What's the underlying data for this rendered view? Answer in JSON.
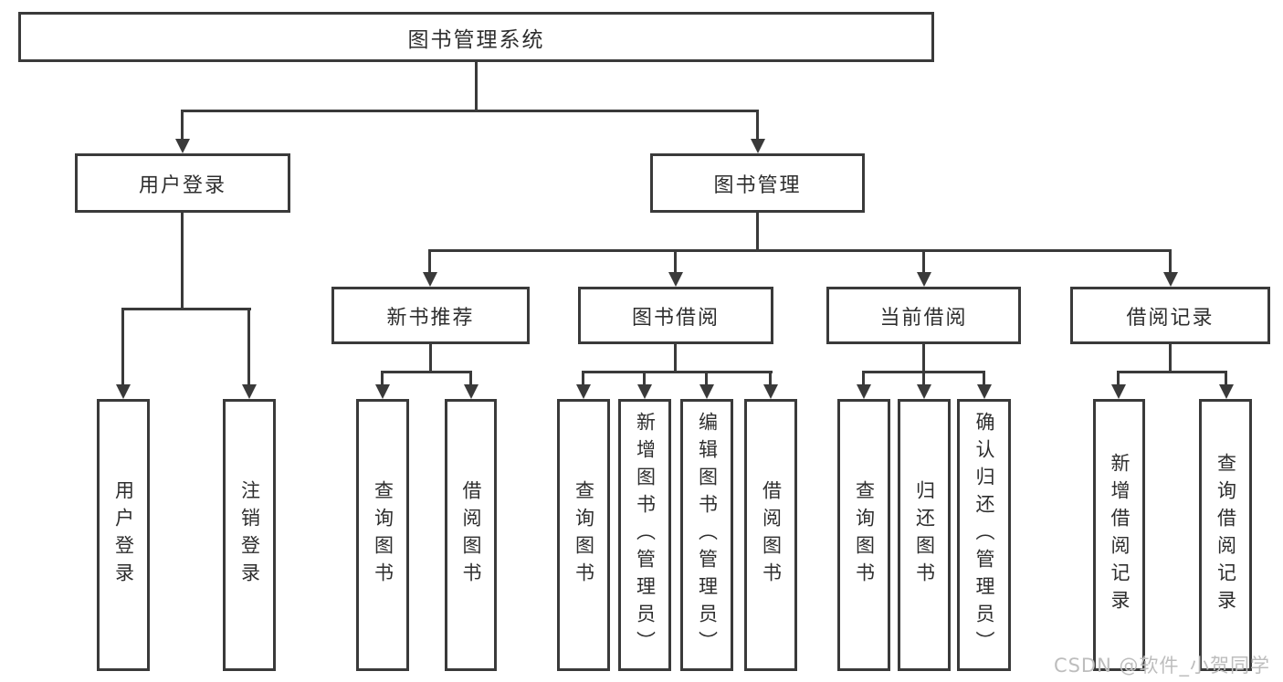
{
  "root": {
    "label": "图书管理系统"
  },
  "level2": [
    {
      "label": "用户登录"
    },
    {
      "label": "图书管理"
    }
  ],
  "level3": [
    {
      "label": "新书推荐"
    },
    {
      "label": "图书借阅"
    },
    {
      "label": "当前借阅"
    },
    {
      "label": "借阅记录"
    }
  ],
  "leaves": {
    "login": [
      {
        "label": "用户登录"
      },
      {
        "label": "注销登录"
      }
    ],
    "newbook": [
      {
        "label": "查询图书"
      },
      {
        "label": "借阅图书"
      }
    ],
    "borrow": [
      {
        "label": "查询图书"
      },
      {
        "label": "新增图书（管理员）"
      },
      {
        "label": "编辑图书（管理员）"
      },
      {
        "label": "借阅图书"
      }
    ],
    "current": [
      {
        "label": "查询图书"
      },
      {
        "label": "归还图书"
      },
      {
        "label": "确认归还（管理员）"
      }
    ],
    "records": [
      {
        "label": "新增借阅记录"
      },
      {
        "label": "查询借阅记录"
      }
    ]
  },
  "watermark": {
    "text": "CSDN @软件_小贺同学"
  },
  "colors": {
    "line": "#3a3a3a",
    "text": "#2e2e2e",
    "watermark": "#bdbdbd",
    "bg": "#ffffff"
  }
}
